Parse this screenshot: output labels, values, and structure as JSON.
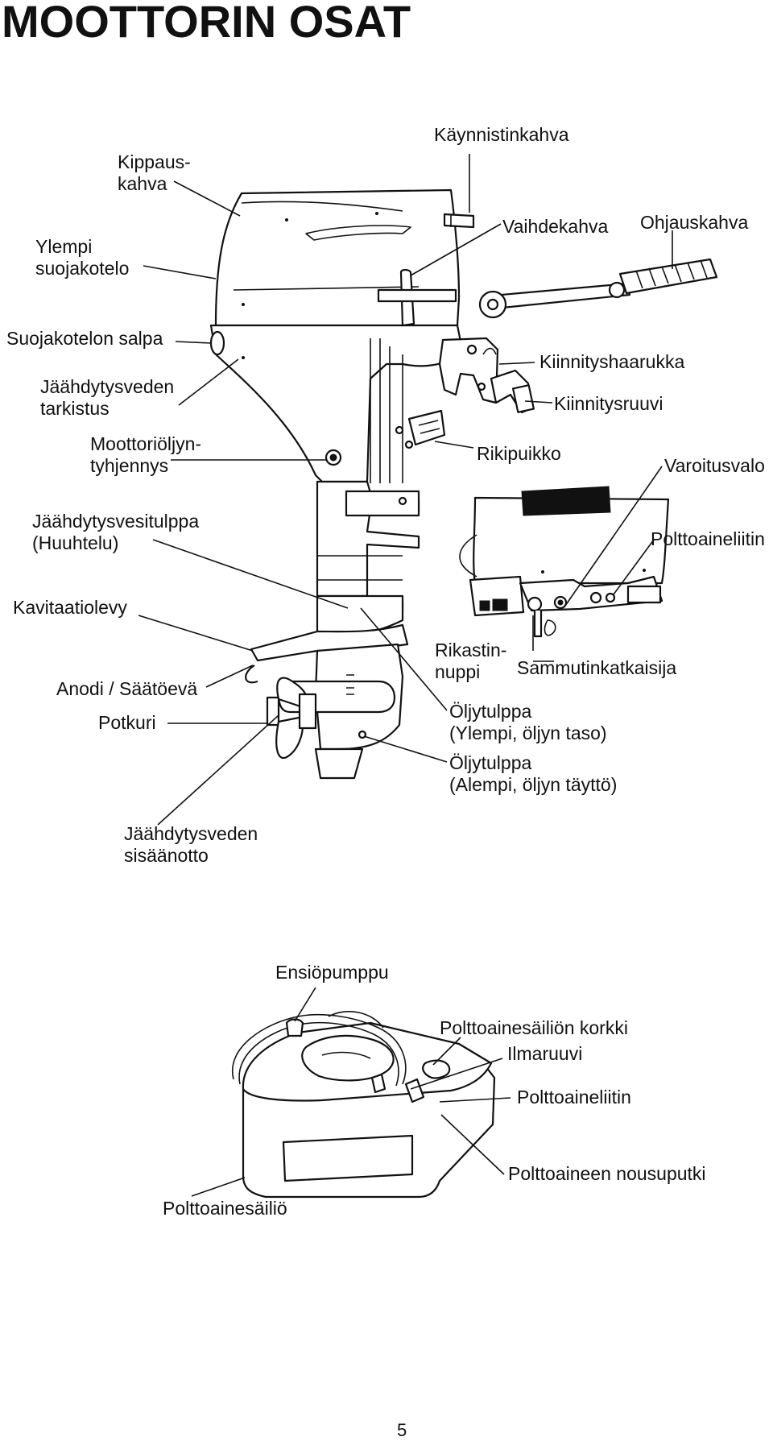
{
  "title": "MOOTTORIN OSAT",
  "page_number": "5",
  "engine_labels": {
    "kippauskahva": "Kippaus-\nkahva",
    "kaynnistinkahva": "Käynnistinkahva",
    "ylempi_suojakotelo": "Ylempi\nsuojakotelo",
    "vaihdekahva": "Vaihdekahva",
    "ohjauskahva": "Ohjauskahva",
    "suojakotelon_salpa": "Suojakotelon salpa",
    "kiinnityshaarukka": "Kiinnityshaarukka",
    "jaahdytysveden_tarkistus": "Jäähdytysveden\ntarkistus",
    "kiinnitysruuvi": "Kiinnitysruuvi",
    "moottorioljyn_tyhjennys": "Moottoriöljyn-\ntyhjennys",
    "rikipuikko": "Rikipuikko",
    "varoitusvalo": "Varoitusvalo",
    "jaahdytysvesitulppa": "Jäähdytysvesitulppa\n(Huuhtelu)",
    "polttoaineliitin": "Polttoaineliitin",
    "kavitaatiolevy": "Kavitaatiolevy",
    "rikastinnuppi": "Rikastin-\nnuppi",
    "sammutinkatkaisija": "Sammutinkatkaisija",
    "anodi": "Anodi / Säätöevä",
    "potkuri": "Potkuri",
    "oljytulppa_ylempi": "Öljytulppa\n(Ylempi, öljyn taso)",
    "oljytulppa_alempi": "Öljytulppa\n(Alempi, öljyn täyttö)",
    "jaahdytysveden_sisaanotto": "Jäähdytysveden\nsisäänotto"
  },
  "tank_labels": {
    "ensiopumppu": "Ensiöpumppu",
    "polttoainesailion_korkki": "Polttoainesäiliön korkki",
    "ilmaruuvi": "Ilmaruuvi",
    "polttoaineliitin": "Polttoaineliitin",
    "polttoaineen_nousuputki": "Polttoaineen nousuputki",
    "polttoainesailio": "Polttoainesäiliö"
  },
  "colors": {
    "ink": "#111111",
    "background": "#ffffff"
  }
}
